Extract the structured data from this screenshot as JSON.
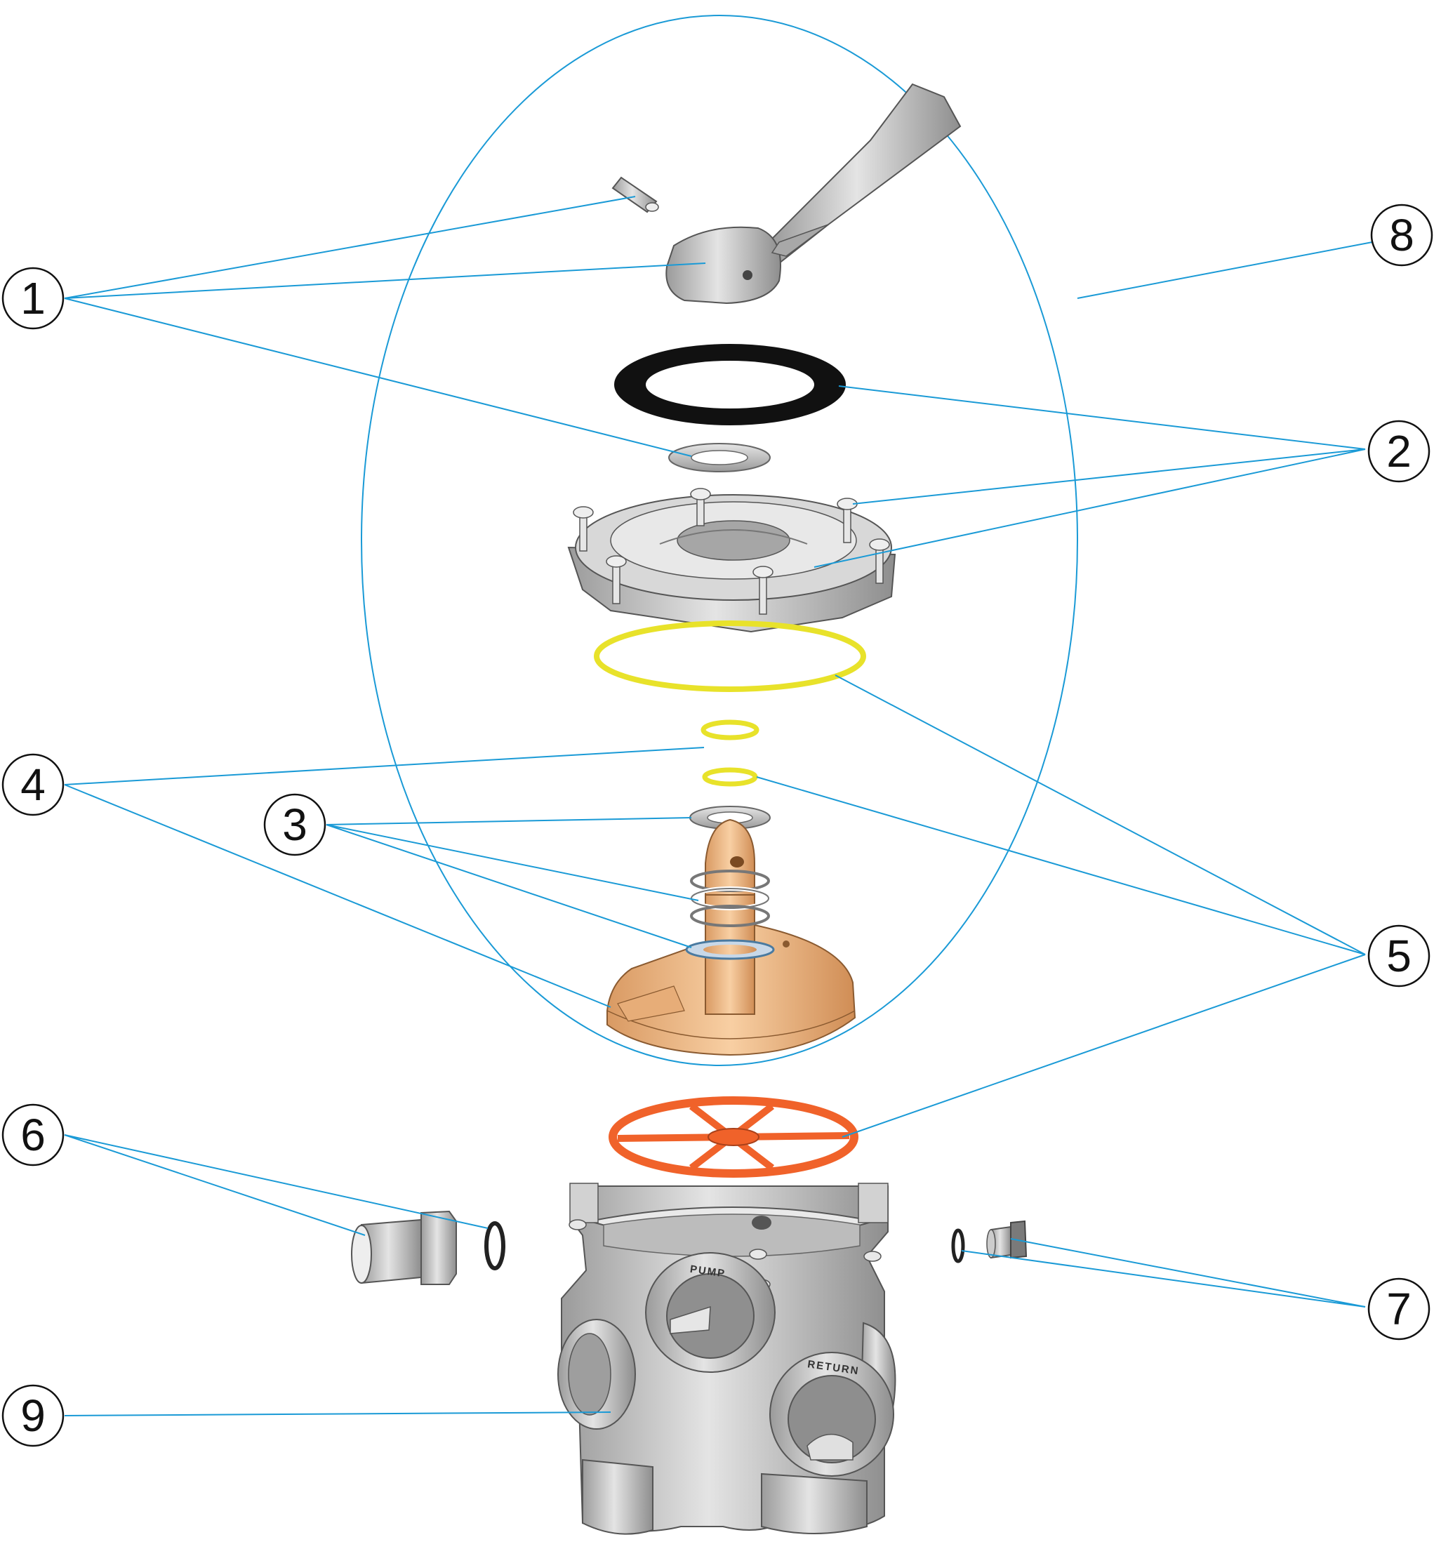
{
  "callouts": [
    {
      "id": "1",
      "label": "1"
    },
    {
      "id": "2",
      "label": "2"
    },
    {
      "id": "3",
      "label": "3"
    },
    {
      "id": "4",
      "label": "4"
    },
    {
      "id": "5",
      "label": "5"
    },
    {
      "id": "6",
      "label": "6"
    },
    {
      "id": "7",
      "label": "7"
    },
    {
      "id": "8",
      "label": "8"
    },
    {
      "id": "9",
      "label": "9"
    }
  ],
  "port_labels": {
    "pump": "PUMP",
    "return": "RETURN"
  },
  "colors": {
    "leader": "#1a9ad6",
    "part_grey": "#cfcfcf",
    "oring_yellow": "#e8e22a",
    "rotor_tan": "#f2c08f",
    "gasket_orange": "#f0622a",
    "gasket_black": "#111111"
  }
}
